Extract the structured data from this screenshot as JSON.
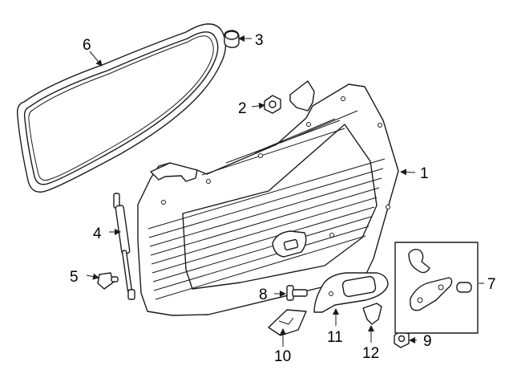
{
  "callouts": [
    {
      "number": "1"
    },
    {
      "number": "2"
    },
    {
      "number": "3"
    },
    {
      "number": "4"
    },
    {
      "number": "5"
    },
    {
      "number": "6"
    },
    {
      "number": "7"
    },
    {
      "number": "8"
    },
    {
      "number": "9"
    },
    {
      "number": "10"
    },
    {
      "number": "11"
    },
    {
      "number": "12"
    }
  ],
  "colors": {
    "line": "#1a1a1a",
    "background": "#ffffff"
  }
}
